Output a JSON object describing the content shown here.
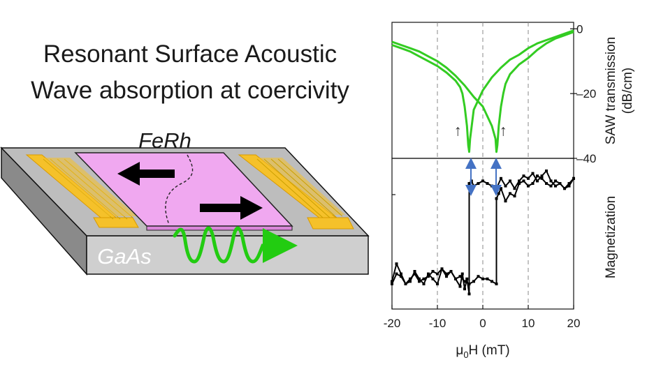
{
  "title": {
    "line1": "Resonant Surface Acoustic",
    "line2": "Wave absorption at coercivity"
  },
  "device": {
    "film_label": "FeRh",
    "substrate_label": "GaAs",
    "colors": {
      "substrate_top": "#bcbcbc",
      "substrate_front": "#cfcfcf",
      "substrate_side": "#8a8a8a",
      "film": "#f0a8f0",
      "electrodes": "#f5c12a",
      "saw_wave": "#22cc11",
      "magnetization_arrows": "#000000"
    },
    "icons": [
      "left-arrow-icon",
      "right-arrow-icon",
      "domain-wall-icon",
      "saw-wave-icon"
    ]
  },
  "chart_data": [
    {
      "type": "line",
      "panel": "top",
      "ylabel": "SAW transmission\n(dB/cm)",
      "ylabel_line1": "SAW transmission",
      "ylabel_line2": "(dB/cm)",
      "ylim": [
        -40,
        2
      ],
      "yticks": [
        0,
        -20,
        -40
      ],
      "xlim": [
        -20,
        20
      ],
      "vlines": [
        -10,
        0,
        10
      ],
      "color": "#33cc22",
      "series": [
        {
          "x": [
            -20,
            -18,
            -16,
            -14,
            -12,
            -10,
            -8,
            -6,
            -5,
            -4.5,
            -4,
            -3.5,
            -3.2,
            -3,
            -2.8,
            -2,
            0,
            2,
            4,
            6,
            8,
            10,
            12,
            14,
            16,
            18,
            20
          ],
          "y": [
            -5,
            -6,
            -7,
            -8.5,
            -10,
            -11.5,
            -13.5,
            -16,
            -18,
            -20,
            -24,
            -30,
            -36,
            -38,
            -34,
            -25,
            -19,
            -15,
            -12,
            -9.5,
            -8,
            -6,
            -4.5,
            -3.5,
            -2.5,
            -1.5,
            -0.5
          ]
        },
        {
          "x": [
            -20,
            -18,
            -16,
            -14,
            -12,
            -10,
            -8,
            -6,
            -4,
            -2,
            0,
            2,
            2.8,
            3,
            3.2,
            3.5,
            4,
            4.5,
            5,
            6,
            8,
            10,
            12,
            14,
            16,
            18,
            20
          ],
          "y": [
            -4,
            -5,
            -6,
            -7,
            -8.5,
            -10,
            -12,
            -14.5,
            -17.5,
            -21,
            -24,
            -30,
            -34,
            -38,
            -36,
            -30,
            -24,
            -20,
            -17,
            -14,
            -11,
            -9,
            -6.5,
            -4.5,
            -3,
            -2,
            -1
          ]
        }
      ],
      "annotations": [
        {
          "x": -5.5,
          "y": -33,
          "text": "↑"
        },
        {
          "x": 4.5,
          "y": -33,
          "text": "↑"
        }
      ]
    },
    {
      "type": "line",
      "panel": "bottom",
      "xlabel": "μ0H (mT)",
      "ylabel": "Magnetization",
      "xlim": [
        -20,
        20
      ],
      "xticks": [
        -20,
        -10,
        0,
        10,
        20
      ],
      "ylim": [
        -1.5,
        1.5
      ],
      "vlines": [
        -10,
        0,
        10
      ],
      "color": "#000000",
      "series": [
        {
          "x": [
            -20,
            -19,
            -18,
            -17,
            -16,
            -15,
            -14,
            -13,
            -12,
            -11,
            -10,
            -9,
            -8,
            -7,
            -6,
            -5,
            -4.5,
            -4,
            -3.5,
            -3,
            -3,
            -2.5,
            -2,
            -1,
            0,
            1,
            2,
            3,
            4,
            5,
            6,
            7,
            8,
            9,
            10,
            11,
            12,
            13,
            14,
            15,
            16,
            17,
            18,
            19,
            20
          ],
          "y": [
            -0.95,
            -0.6,
            -0.8,
            -1.0,
            -0.95,
            -0.75,
            -0.9,
            -1.0,
            -0.8,
            -0.9,
            -1.0,
            -0.7,
            -0.8,
            -0.75,
            -0.9,
            -1.05,
            -0.8,
            -1.1,
            -0.9,
            -1.2,
            1.0,
            1.05,
            0.95,
            1.0,
            1.05,
            1.0,
            0.95,
            0.9,
            1.1,
            0.95,
            1.05,
            0.9,
            1.05,
            1.15,
            1.1,
            1.2,
            1.05,
            1.15,
            1.25,
            1.05,
            0.95,
            1.0,
            0.9,
            1.0,
            1.1
          ]
        },
        {
          "x": [
            20,
            19,
            18,
            17,
            16,
            15,
            14,
            13,
            12,
            11,
            10,
            9,
            8,
            7,
            6,
            5,
            4,
            3.5,
            3,
            3,
            2,
            1,
            0,
            -1,
            -2,
            -3,
            -4,
            -5,
            -6,
            -7,
            -8,
            -9,
            -10,
            -11,
            -12,
            -13,
            -14,
            -15,
            -16,
            -17,
            -18,
            -19,
            -20
          ],
          "y": [
            1.1,
            0.95,
            0.9,
            1.0,
            1.05,
            0.95,
            1.0,
            1.1,
            1.15,
            1.0,
            0.95,
            1.05,
            1.0,
            0.75,
            0.8,
            0.65,
            0.9,
            0.8,
            0.7,
            -1.0,
            -0.95,
            -0.9,
            -0.9,
            -0.85,
            -0.95,
            -1.0,
            -0.95,
            -0.85,
            -0.9,
            -0.75,
            -0.85,
            -0.7,
            -0.8,
            -0.75,
            -0.85,
            -0.9,
            -0.95,
            -0.8,
            -0.9,
            -1.0,
            -0.85,
            -0.8,
            -1.0
          ]
        }
      ]
    }
  ]
}
